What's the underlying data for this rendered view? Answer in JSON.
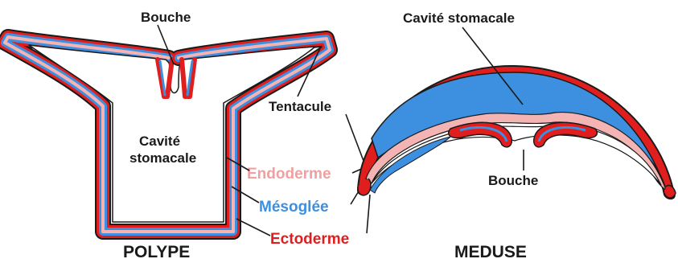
{
  "labels": {
    "polyp_mouth": "Bouche",
    "polyp_cavity_line1": "Cavité",
    "polyp_cavity_line2": "stomacale",
    "tentacle": "Tentacule",
    "endoderm": "Endoderme",
    "mesoglea": "Mésoglée",
    "ectoderm": "Ectoderme",
    "polyp_title": "POLYPE",
    "medusa_cavity": "Cavité stomacale",
    "medusa_mouth": "Bouche",
    "medusa_title": "MEDUSE"
  },
  "colors": {
    "ectoderm": "#e01e1e",
    "mesoglea": "#3d8fe0",
    "endoderm": "#f4b4b4",
    "outline": "#1a1a1a"
  }
}
